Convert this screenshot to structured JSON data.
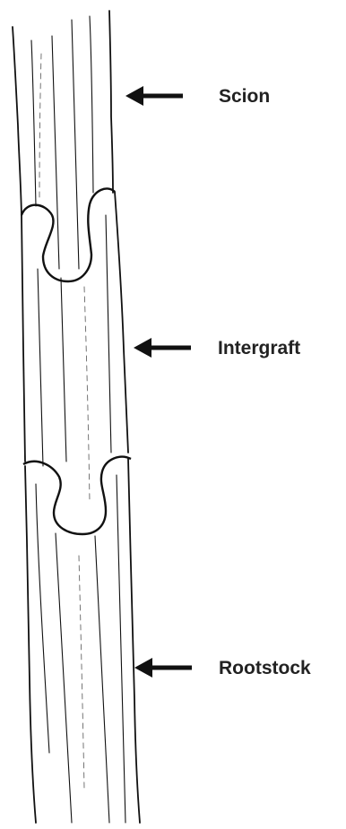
{
  "labels": {
    "scion": "Scion",
    "intergraft": "Intergraft",
    "rootstock": "Rootstock"
  },
  "colors": {
    "ink": "#111111",
    "grain": "#666666",
    "label": "#222222"
  }
}
